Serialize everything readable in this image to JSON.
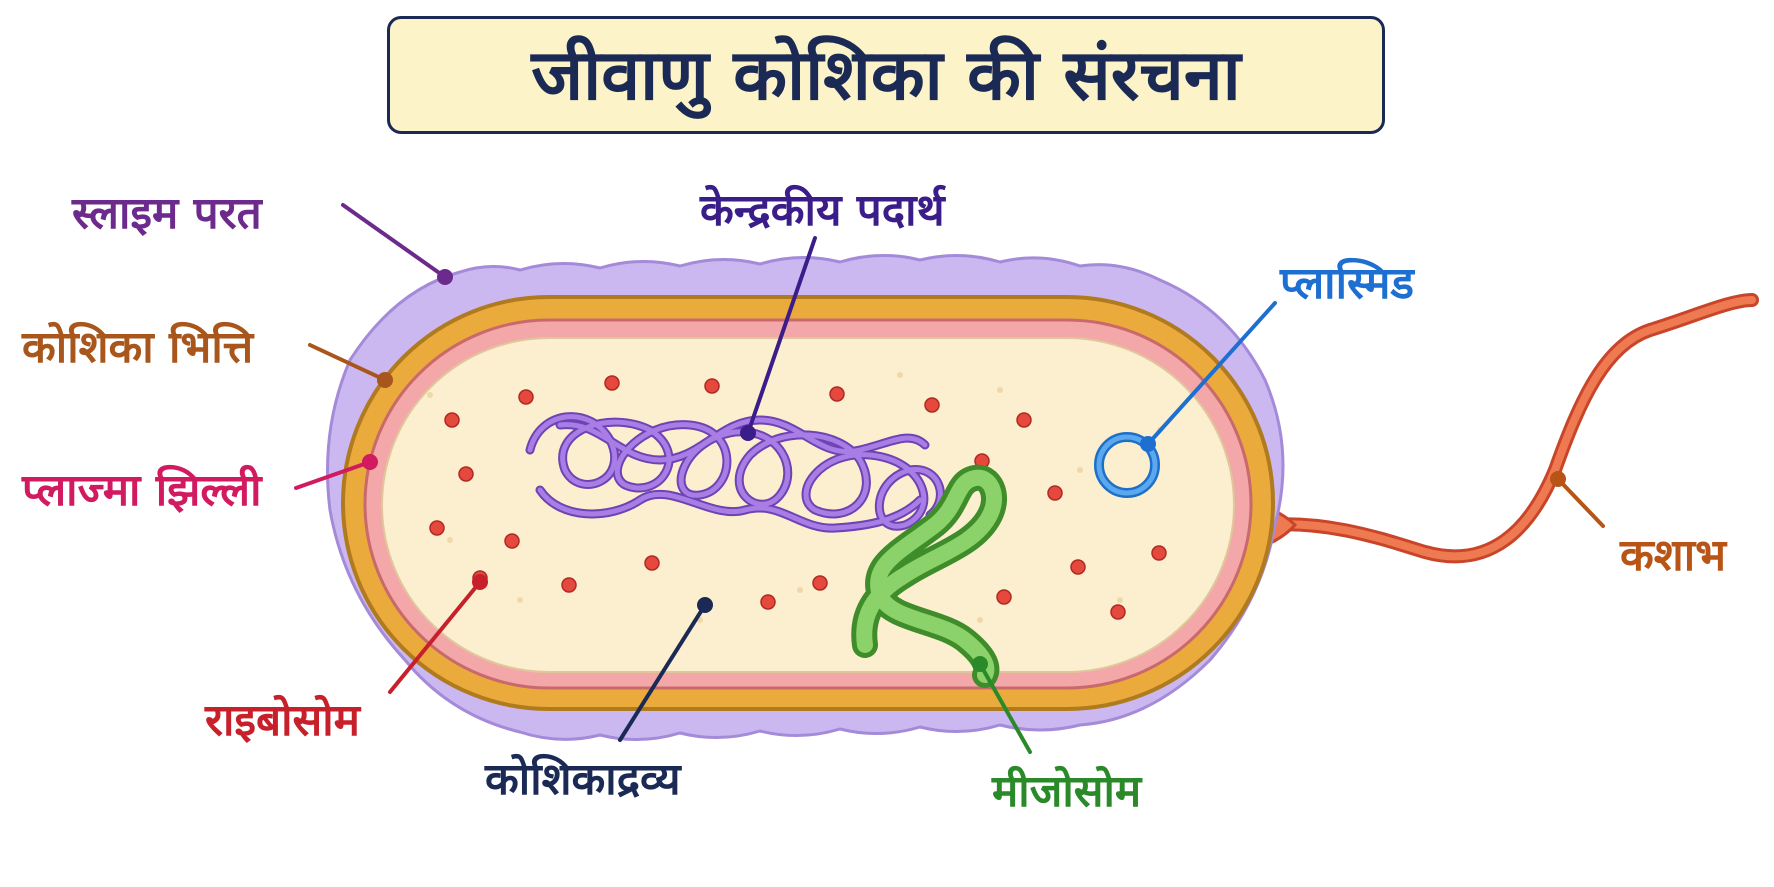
{
  "title": "जीवाणु कोशिका की संरचना",
  "colors": {
    "title_text": "#1b2a55",
    "title_bg": "#fdf3c8",
    "slime": "#c9b6f0",
    "cell_wall": "#e9a93a",
    "membrane": "#f2a3a6",
    "cytoplasm": "#fbefcf",
    "nucleoid": "#9b6ad6",
    "ribosome": "#e24a3e",
    "plasmid": "#2f8ae0",
    "mesosome": "#6fbf4a",
    "flagellum": "#ee6a43"
  },
  "labels": {
    "slime_layer": {
      "text": "स्लाइम परत",
      "color": "#6b2a8c"
    },
    "cell_wall": {
      "text": "कोशिका भित्ति",
      "color": "#a8561c"
    },
    "plasma_membrane": {
      "text": "प्लाज्मा झिल्ली",
      "color": "#d11a5f"
    },
    "ribosome": {
      "text": "राइबोसोम",
      "color": "#c8202b"
    },
    "cytoplasm": {
      "text": "कोशिकाद्रव्य",
      "color": "#1b2a55"
    },
    "nucleoid": {
      "text": "केन्द्रकीय पदार्थ",
      "color": "#3b1d8a"
    },
    "plasmid": {
      "text": "प्लास्मिड",
      "color": "#1d6fd1"
    },
    "mesosome": {
      "text": "मीजोसोम",
      "color": "#2a8a2a"
    },
    "flagellum": {
      "text": "कशाभ",
      "color": "#b85516"
    }
  }
}
